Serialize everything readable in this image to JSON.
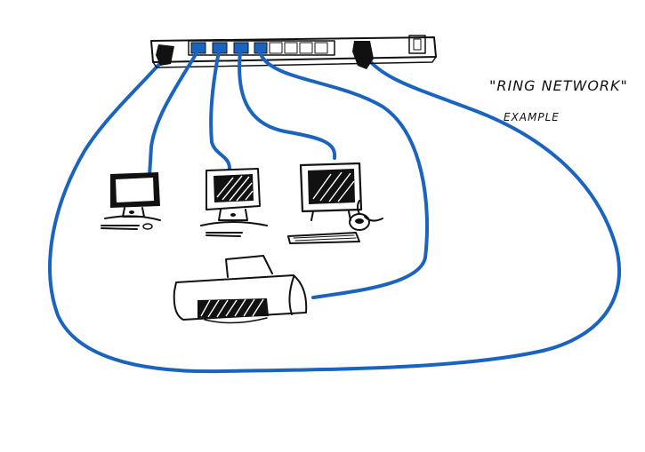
{
  "caption": {
    "title": "\"RING NETWORK\"",
    "subtitle": "EXAMPLE"
  },
  "colors": {
    "cable": "#1a64c0",
    "ink": "#111111",
    "port_active": "#1a64c0"
  },
  "devices": [
    {
      "kind": "switch",
      "icon": "network-switch-icon"
    },
    {
      "kind": "computer",
      "icon": "small-monitor-icon"
    },
    {
      "kind": "computer",
      "icon": "desktop-monitor-icon"
    },
    {
      "kind": "computer",
      "icon": "workstation-with-keyboard-icon"
    },
    {
      "kind": "printer",
      "icon": "printer-icon"
    }
  ]
}
